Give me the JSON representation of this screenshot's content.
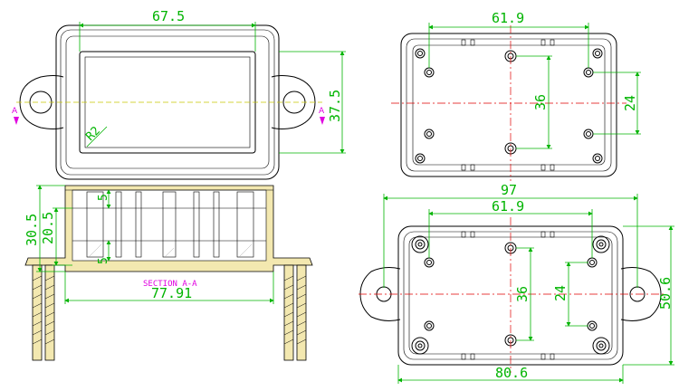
{
  "views": {
    "top_left": {
      "width_dim": "67.5",
      "height_dim": "37.5",
      "radius_note": "R2",
      "section_marker": "A"
    },
    "top_right": {
      "width_dim": "61.9",
      "hole_spacing_center": "36",
      "hole_spacing_side": "24"
    },
    "section": {
      "height_outer": "30.5",
      "height_inner": "20.5",
      "wall_top": "5",
      "wall_bottom": "5",
      "title": "SECTION A-A",
      "base_width": "77.91"
    },
    "bottom_right": {
      "overall_width": "97",
      "inner_width": "61.9",
      "hole_spacing_center": "36",
      "hole_spacing_side": "24",
      "overall_height": "50.6",
      "body_width": "80.6"
    }
  },
  "colors": {
    "dimension": "#00b400",
    "centerline": "#e00000",
    "outline": "#000000",
    "section_label": "#e000e0",
    "hidden": "#c8c800",
    "pin": "#f3e8b0"
  }
}
